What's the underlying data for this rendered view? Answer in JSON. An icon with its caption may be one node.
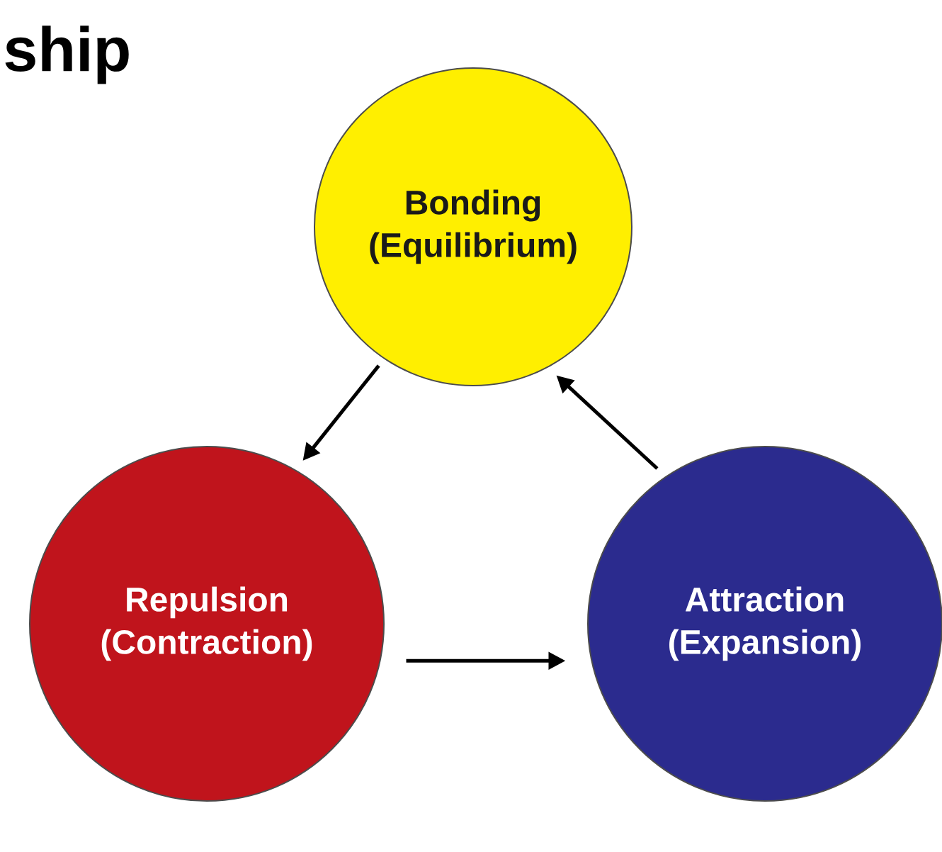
{
  "diagram": {
    "nodes": [
      {
        "text": [
          "Bonding",
          "(Equilibrium)"
        ]
      },
      {
        "text": [
          "Repulsion",
          "(Contraction)"
        ]
      },
      {
        "text": [
          "Attraction",
          "(Expansion)"
        ]
      }
    ],
    "edges": [
      {
        "from": 0,
        "to": 1,
        "arrow": "to"
      },
      {
        "from": 1,
        "to": 2,
        "arrow": "to"
      },
      {
        "from": 2,
        "to": 0,
        "arrow": "to"
      }
    ],
    "labels": [
      "ship"
    ]
  }
}
